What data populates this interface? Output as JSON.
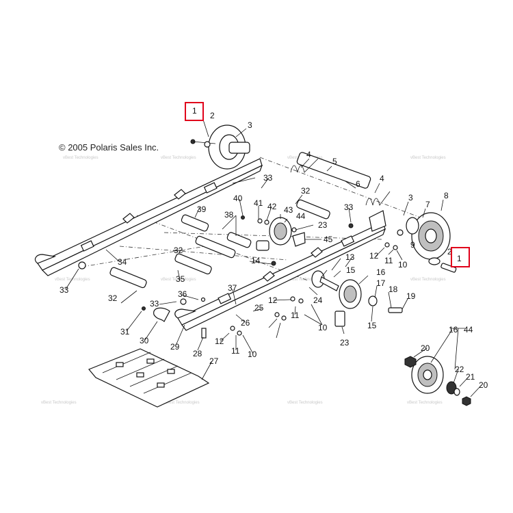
{
  "copyright": "© 2005 Polaris Sales Inc.",
  "watermark": "vBest Technologies",
  "highlighted_callout": "1",
  "callouts": [
    "1",
    "2",
    "3",
    "4",
    "5",
    "6",
    "4",
    "3",
    "7",
    "8",
    "2",
    "1",
    "9",
    "10",
    "11",
    "12",
    "33",
    "32",
    "39",
    "40",
    "41",
    "42",
    "43",
    "44",
    "23",
    "45",
    "33",
    "38",
    "34",
    "32",
    "14",
    "13",
    "15",
    "35",
    "33",
    "32",
    "36",
    "33",
    "37",
    "31",
    "30",
    "29",
    "28",
    "26",
    "25",
    "12",
    "11",
    "10",
    "24",
    "12",
    "11",
    "10",
    "23",
    "16",
    "17",
    "18",
    "19",
    "15",
    "16",
    "44",
    "20",
    "22",
    "21",
    "20",
    "27"
  ]
}
